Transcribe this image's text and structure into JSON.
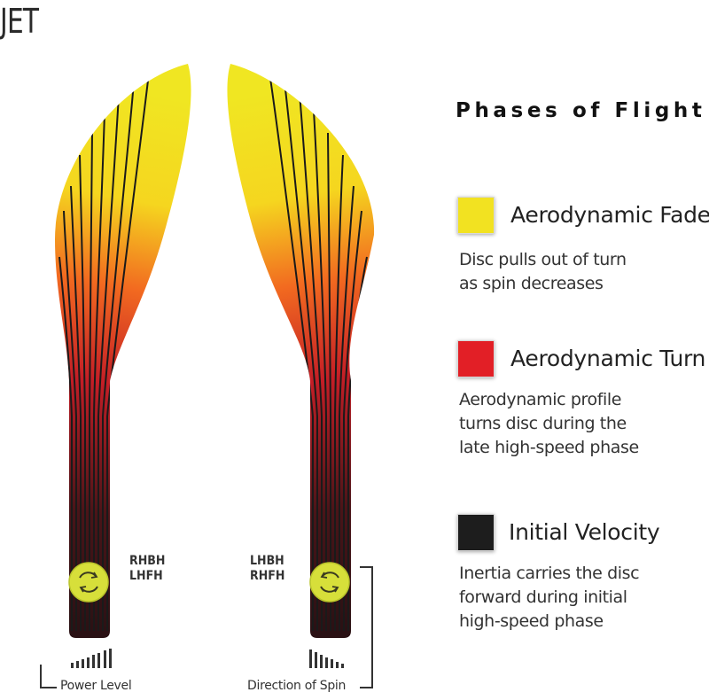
{
  "title": "JET",
  "flight_paths": {
    "left_hand_labels": [
      "RHBH",
      "LHFH"
    ],
    "right_hand_labels": [
      "LHBH",
      "RHFH"
    ],
    "spin_icon": "rotate-arrows-icon",
    "power_icon": "power-bars-icon",
    "direction_icon": "direction-bars-icon"
  },
  "captions": {
    "power_level": "Power Level",
    "direction_of_spin": "Direction of Spin"
  },
  "legend": {
    "heading": "Phases of Flight",
    "items": [
      {
        "label": "Aerodynamic Fade",
        "color": "#f2e221",
        "description": [
          "Disc pulls out of turn",
          "as spin decreases"
        ]
      },
      {
        "label": "Aerodynamic Turn",
        "color": "#e21f26",
        "description": [
          "Aerodynamic profile",
          "turns disc during the",
          "late high-speed phase"
        ]
      },
      {
        "label": "Initial Velocity",
        "color": "#1d1d1d",
        "description": [
          "Inertia carries the disc",
          "forward during initial",
          "high-speed phase"
        ]
      }
    ]
  }
}
